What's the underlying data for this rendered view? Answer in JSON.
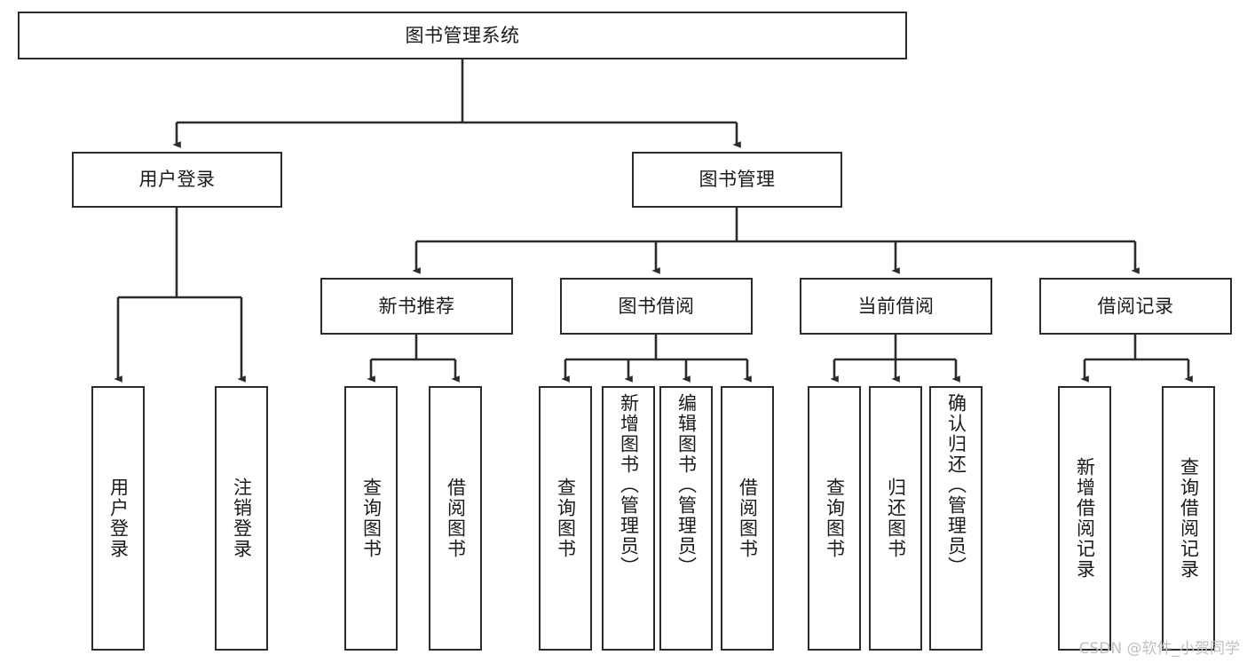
{
  "diagram": {
    "type": "tree-hierarchy",
    "title": "图书管理系统",
    "watermark": "CSDN @软件_小贺同学",
    "colors": {
      "box_border": "#2b2b2b",
      "box_fill": "#ffffff",
      "edge": "#2b2b2b",
      "text": "#1a1a1a",
      "watermark": "#bfbfbf"
    },
    "nodes": {
      "root": {
        "label": "图书管理系统"
      },
      "level2": [
        {
          "label": "用户登录"
        },
        {
          "label": "图书管理"
        }
      ],
      "level3": [
        {
          "label": "新书推荐"
        },
        {
          "label": "图书借阅"
        },
        {
          "label": "当前借阅"
        },
        {
          "label": "借阅记录"
        }
      ],
      "leaves_user_login": [
        {
          "label": "用户登录"
        },
        {
          "label": "注销登录"
        }
      ],
      "leaves_new_book": [
        {
          "label": "查询图书"
        },
        {
          "label": "借阅图书"
        }
      ],
      "leaves_borrow": [
        {
          "label": "查询图书"
        },
        {
          "label": "新增图书（管理员）"
        },
        {
          "label": "编辑图书（管理员）"
        },
        {
          "label": "借阅图书"
        }
      ],
      "leaves_current": [
        {
          "label": "查询图书"
        },
        {
          "label": "归还图书"
        },
        {
          "label": "确认归还（管理员）"
        }
      ],
      "leaves_records": [
        {
          "label": "新增借阅记录"
        },
        {
          "label": "查询借阅记录"
        }
      ]
    }
  }
}
